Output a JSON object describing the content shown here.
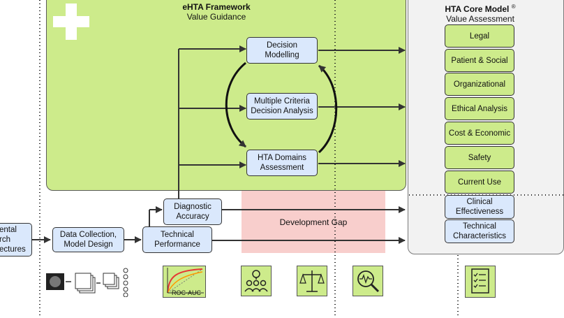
{
  "ehta": {
    "title": "eHTA Framework",
    "subtitle": "Value Guidance"
  },
  "hta_core": {
    "title": "HTA Core Model",
    "mark": "®",
    "subtitle": "Value Assessment"
  },
  "inner_boxes": {
    "decision_modelling": "Decision\nModelling",
    "mcda": "Multiple Criteria\nDecision Analysis",
    "hta_domains": "HTA Domains\nAssessment"
  },
  "domains": [
    "Legal",
    "Patient & Social",
    "Organizational",
    "Ethical Analysis",
    "Cost & Economic",
    "Safety",
    "Current Use"
  ],
  "lower_domains": [
    "Clinical\nEffectiveness",
    "Technical\nCharacteristics"
  ],
  "pipeline": {
    "architectures": "ental\nrch\nectures",
    "data_collection": "Data Collection,\nModel Design",
    "technical_performance": "Technical\nPerformance",
    "diagnostic_accuracy": "Diagnostic\nAccuracy"
  },
  "development_gap": "Development Gap",
  "roc_label": "ROC-AUC",
  "colors": {
    "green": "#cdeb8b",
    "blue": "#dae8fc",
    "pink": "#f8cecc",
    "gray": "#f2f2f2"
  },
  "icons": [
    "scan-stack-icon",
    "roc-curve-icon",
    "team-lightbulb-icon",
    "scales-icon",
    "analysis-magnifier-icon",
    "checklist-icon"
  ]
}
